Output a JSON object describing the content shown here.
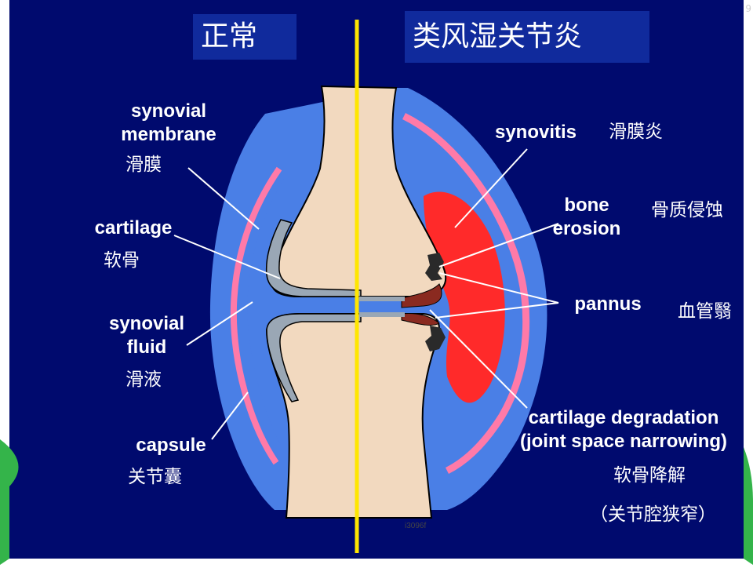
{
  "page_number": "9",
  "titles": {
    "normal": "正常",
    "ra": "类风湿关节炎"
  },
  "labels_left": {
    "synovial_membrane_en": [
      "synovial",
      "membrane"
    ],
    "synovial_membrane_zh": "滑膜",
    "cartilage_en": "cartilage",
    "cartilage_zh": "软骨",
    "synovial_fluid_en": [
      "synovial",
      "fluid"
    ],
    "synovial_fluid_zh": "滑液",
    "capsule_en": "capsule",
    "capsule_zh": "关节囊"
  },
  "labels_right": {
    "synovitis_en": "synovitis",
    "synovitis_zh": "滑膜炎",
    "bone_erosion_en": [
      "bone",
      "erosion"
    ],
    "bone_erosion_zh": "骨质侵蚀",
    "pannus_en": "pannus",
    "pannus_zh": "血管翳",
    "cartilage_degradation_en": [
      "cartilage degradation",
      "(joint space narrowing)"
    ],
    "cartilage_degradation_zh": "软骨降解",
    "joint_space_zh": "（关节腔狭窄）"
  },
  "figure_code": "i3096f",
  "colors": {
    "background": "#000a6e",
    "title_box": "#102a9c",
    "capsule": "#4a7fe6",
    "synovial_membrane": "#ff7aa8",
    "bone": "#f2d9bf",
    "cartilage": "#9aa7b5",
    "inflamed": "#ff2a2a",
    "erosion": "#2a2a2a",
    "divider": "#ffe600"
  }
}
